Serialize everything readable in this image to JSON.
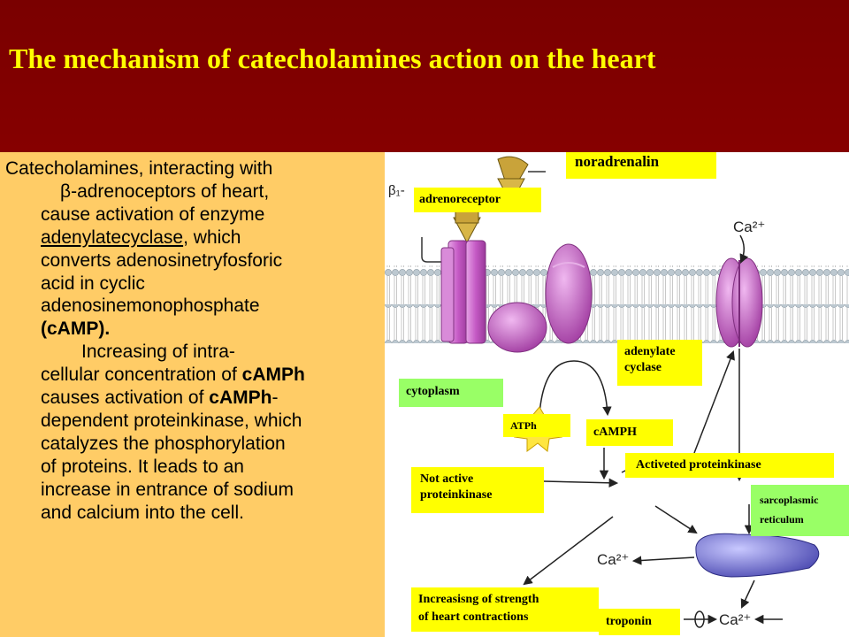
{
  "title": "The mechanism of catecholamines action on the heart",
  "body": {
    "lines": [
      "Catecholamines, interacting with",
      "β-adrenoceptors of heart,",
      "cause activation of enzyme",
      "adenylatecyclase",
      ", which",
      "converts adenosinetryfosforic",
      "acid in cyclic",
      "adenosinemonophosphate",
      "(cAMP).",
      "Increasing of intra-",
      "cellular concentration of ",
      "cAMPh",
      "causes activation of ",
      "cAMPh",
      "-",
      "dependent proteinkinase, which",
      "catalyzes the phosphorylation",
      "of proteins. It leads to an",
      "increase in entrance of sodium",
      "and calcium into the cell."
    ]
  },
  "diagram": {
    "beta1": "β₁-",
    "noradrenalin": "noradrenalin",
    "adrenoreceptor": "adrenoreceptor",
    "ca_top": "Ca²⁺",
    "adenylate_cyclase": [
      "adenylate",
      "cyclase"
    ],
    "cytoplasm": "cytoplasm",
    "atph": "ATPh",
    "camph": "cAMPH",
    "activated_pk": "Activeted proteinkinase",
    "not_active_pk": [
      "Not active",
      "proteinkinase"
    ],
    "sarcoplasmic": [
      "sarcoplasmic",
      "reticulum"
    ],
    "ca_mid": "Ca²⁺",
    "ca_bottom": "Ca²⁺",
    "increasing": [
      "Increasisng of strength",
      "of heart contractions"
    ],
    "troponin": "troponin"
  },
  "colors": {
    "title_bg": "#7a0000",
    "title_text": "#ffff00",
    "panel_bg": "#ffcc66",
    "label_yellow": "#ffff00",
    "label_green": "#99ff66",
    "protein_magenta": "#cc55cc",
    "reticulum_blue": "#6666cc",
    "ligand_gold": "#ccaa33"
  }
}
